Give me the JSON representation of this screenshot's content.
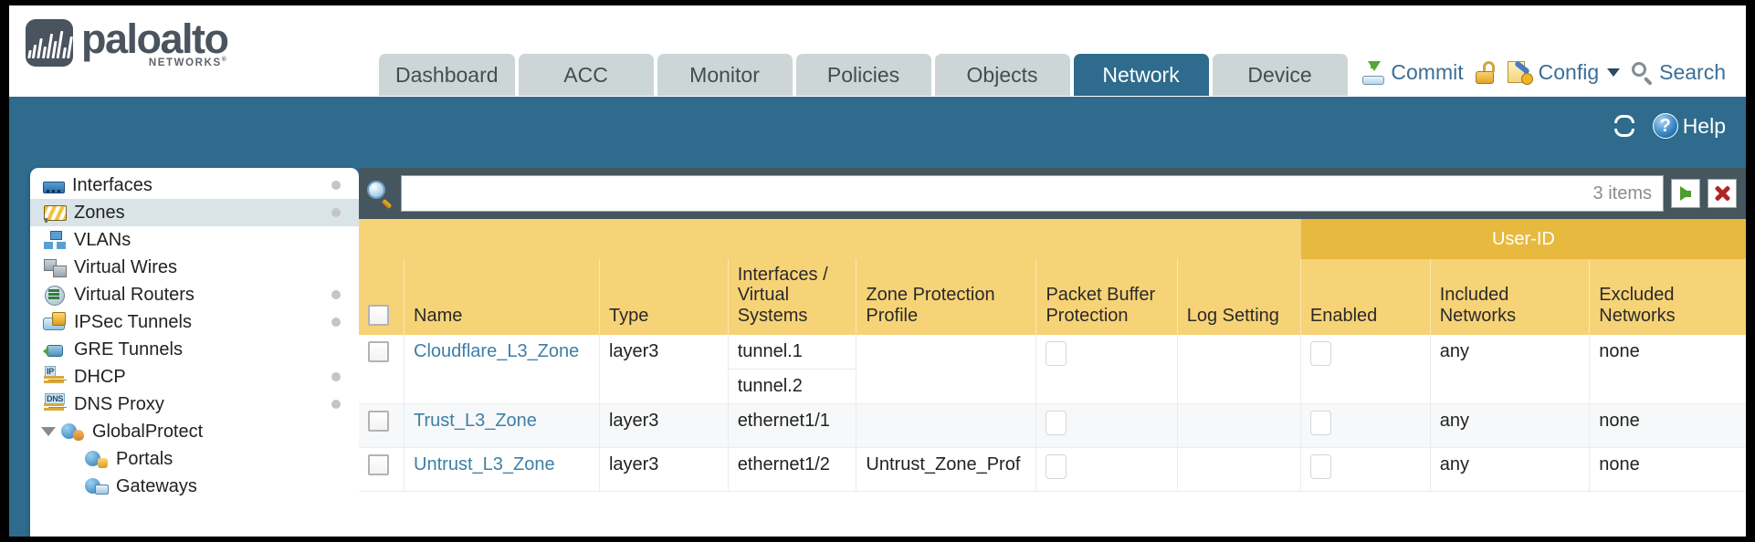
{
  "brand": {
    "name": "paloalto",
    "sub": "NETWORKS",
    "sup": "®"
  },
  "nav": {
    "tabs": [
      {
        "label": "Dashboard",
        "active": false
      },
      {
        "label": "ACC",
        "active": false
      },
      {
        "label": "Monitor",
        "active": false
      },
      {
        "label": "Policies",
        "active": false
      },
      {
        "label": "Objects",
        "active": false
      },
      {
        "label": "Network",
        "active": true
      },
      {
        "label": "Device",
        "active": false
      }
    ]
  },
  "top_actions": {
    "commit": "Commit",
    "lock": "",
    "config": "Config",
    "search": "Search"
  },
  "subband": {
    "help": "Help"
  },
  "sidebar": {
    "items": [
      {
        "label": "Interfaces",
        "icon": "interfaces-icon",
        "dot": true,
        "selected": false,
        "child": false,
        "expander": false
      },
      {
        "label": "Zones",
        "icon": "zones-icon",
        "dot": true,
        "selected": true,
        "child": false,
        "expander": false
      },
      {
        "label": "VLANs",
        "icon": "vlans-icon",
        "dot": false,
        "selected": false,
        "child": false,
        "expander": false
      },
      {
        "label": "Virtual Wires",
        "icon": "virtual-wires-icon",
        "dot": false,
        "selected": false,
        "child": false,
        "expander": false
      },
      {
        "label": "Virtual Routers",
        "icon": "virtual-routers-icon",
        "dot": true,
        "selected": false,
        "child": false,
        "expander": false
      },
      {
        "label": "IPSec Tunnels",
        "icon": "ipsec-tunnels-icon",
        "dot": true,
        "selected": false,
        "child": false,
        "expander": false
      },
      {
        "label": "GRE Tunnels",
        "icon": "gre-tunnels-icon",
        "dot": false,
        "selected": false,
        "child": false,
        "expander": false
      },
      {
        "label": "DHCP",
        "icon": "dhcp-icon",
        "dot": true,
        "selected": false,
        "child": false,
        "expander": false
      },
      {
        "label": "DNS Proxy",
        "icon": "dns-proxy-icon",
        "dot": true,
        "selected": false,
        "child": false,
        "expander": false
      },
      {
        "label": "GlobalProtect",
        "icon": "globalprotect-icon",
        "dot": false,
        "selected": false,
        "child": false,
        "expander": true
      },
      {
        "label": "Portals",
        "icon": "portals-icon",
        "dot": false,
        "selected": false,
        "child": true,
        "expander": false
      },
      {
        "label": "Gateways",
        "icon": "gateways-icon",
        "dot": false,
        "selected": false,
        "child": true,
        "expander": false
      }
    ]
  },
  "search": {
    "value": "",
    "placeholder": "",
    "item_count": "3 items"
  },
  "table": {
    "group_header": "User-ID",
    "columns": [
      "Name",
      "Type",
      "Interfaces / Virtual Systems",
      "Zone Protection Profile",
      "Packet Buffer Protection",
      "Log Setting",
      "Enabled",
      "Included Networks",
      "Excluded Networks"
    ],
    "rows": [
      {
        "name": "Cloudflare_L3_Zone",
        "type": "layer3",
        "interfaces": [
          "tunnel.1",
          "tunnel.2"
        ],
        "zone_protection_profile": "",
        "packet_buffer_protection": false,
        "log_setting": "",
        "userid_enabled": false,
        "included_networks": "any",
        "excluded_networks": "none"
      },
      {
        "name": "Trust_L3_Zone",
        "type": "layer3",
        "interfaces": [
          "ethernet1/1"
        ],
        "zone_protection_profile": "",
        "packet_buffer_protection": false,
        "log_setting": "",
        "userid_enabled": false,
        "included_networks": "any",
        "excluded_networks": "none"
      },
      {
        "name": "Untrust_L3_Zone",
        "type": "layer3",
        "interfaces": [
          "ethernet1/2"
        ],
        "zone_protection_profile": "Untrust_Zone_Prof",
        "packet_buffer_protection": false,
        "log_setting": "",
        "userid_enabled": false,
        "included_networks": "any",
        "excluded_networks": "none"
      }
    ]
  },
  "colors": {
    "teal": "#2e6b8c",
    "header_yellow": "#f7d377",
    "group_yellow": "#e8b93f",
    "link_blue": "#3d7fa6",
    "panel_dark": "#46565f"
  }
}
